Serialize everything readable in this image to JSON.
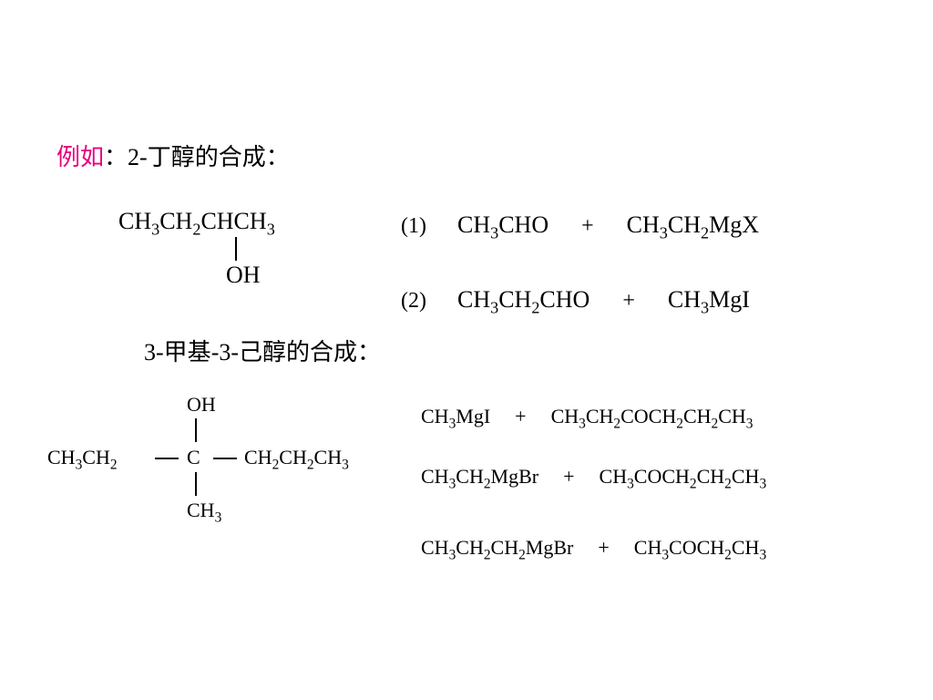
{
  "example1": {
    "prefix": "例如",
    "sep": "：",
    "num": "2-",
    "title": "丁醇的合成",
    "colon": "："
  },
  "mol1": {
    "chain": {
      "a": "CH",
      "a_sub": "3",
      "b": "CH",
      "b_sub": "2",
      "c": "CHCH",
      "c_sub": "3"
    },
    "oh": "OH"
  },
  "route1": {
    "label": "(1)",
    "r1": {
      "a": "CH",
      "a_sub": "3",
      "b": "CHO"
    },
    "plus": "+",
    "r2": {
      "a": "CH",
      "a_sub": "3",
      "b": "CH",
      "b_sub": "2",
      "c": "MgX"
    }
  },
  "route2": {
    "label": "(2)",
    "r1": {
      "a": "CH",
      "a_sub": "3",
      "b": "CH",
      "b_sub": "2",
      "c": "CHO"
    },
    "plus": "+",
    "r2": {
      "a": "CH",
      "a_sub": "3",
      "b": "MgI"
    }
  },
  "example2": {
    "n1": "3-",
    "t1": "甲基",
    "n2": "-3-",
    "t2": "己醇的合成",
    "colon": "："
  },
  "mol2": {
    "oh": "OH",
    "left": {
      "a": "CH",
      "a_sub": "3",
      "b": "CH",
      "b_sub": "2"
    },
    "center": "C",
    "right": {
      "a": "CH",
      "a_sub": "2",
      "b": "CH",
      "b_sub": "2",
      "c": "CH",
      "c_sub": "3"
    },
    "bottom": {
      "a": "CH",
      "a_sub": "3"
    }
  },
  "routes2": [
    {
      "r1": {
        "a": "CH",
        "a_sub": "3",
        "b": "MgI"
      },
      "plus": "+",
      "r2": {
        "a": "CH",
        "a_sub": "3",
        "b": "CH",
        "b_sub": "2",
        "c": "COCH",
        "c_sub": "2",
        "d": "CH",
        "d_sub": "2",
        "e": "CH",
        "e_sub": "3"
      }
    },
    {
      "r1": {
        "a": "CH",
        "a_sub": "3",
        "b": "CH",
        "b_sub": "2",
        "c": "MgBr"
      },
      "plus": "+",
      "r2": {
        "a": "CH",
        "a_sub": "3",
        "b": "COCH",
        "b_sub": "2",
        "c": "CH",
        "c_sub": "2",
        "d": "CH",
        "d_sub": "3"
      }
    },
    {
      "r1": {
        "a": "CH",
        "a_sub": "3",
        "b": "CH",
        "b_sub": "2",
        "c": "CH",
        "c_sub": "2",
        "d": "MgBr"
      },
      "plus": "+",
      "r2": {
        "a": "CH",
        "a_sub": "3",
        "b": "COCH",
        "b_sub": "2",
        "c": "CH",
        "c_sub": "3"
      }
    }
  ]
}
